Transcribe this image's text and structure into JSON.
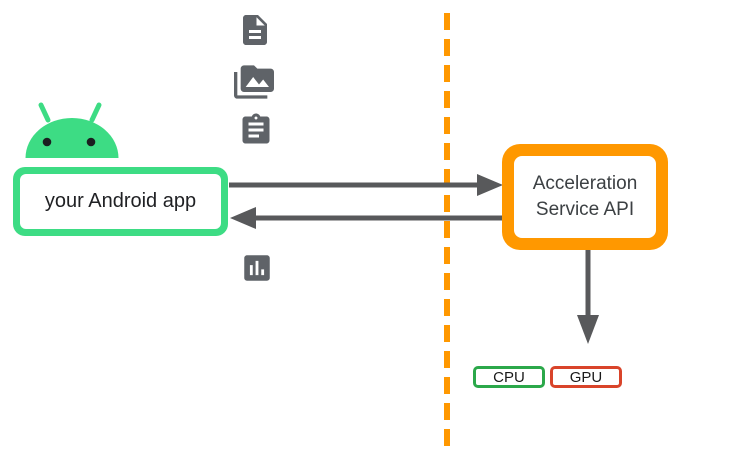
{
  "diagram": {
    "app_box": {
      "label": "your Android app"
    },
    "api_box": {
      "label": "Acceleration Service API"
    },
    "cpu_box": {
      "label": "CPU"
    },
    "gpu_box": {
      "label": "GPU"
    },
    "icons": [
      {
        "name": "document-icon"
      },
      {
        "name": "media-library-icon"
      },
      {
        "name": "clipboard-icon"
      },
      {
        "name": "bar-chart-icon"
      },
      {
        "name": "android-robot-icon"
      }
    ],
    "arrows": [
      {
        "name": "app-to-api-arrow",
        "direction": "right"
      },
      {
        "name": "api-to-app-arrow",
        "direction": "left"
      },
      {
        "name": "api-to-gpu-arrow",
        "direction": "down"
      }
    ],
    "boundary": {
      "name": "process-boundary-dashed-line",
      "style": "dashed"
    },
    "colors": {
      "android_green": "#3ddc84",
      "orange": "#ff9800",
      "arrow_gray": "#58595b",
      "icon_gray": "#5f6368",
      "cpu_green": "#2ba84a",
      "gpu_red": "#d9442a",
      "text_dark": "#202124",
      "api_text": "#3c4043"
    }
  }
}
